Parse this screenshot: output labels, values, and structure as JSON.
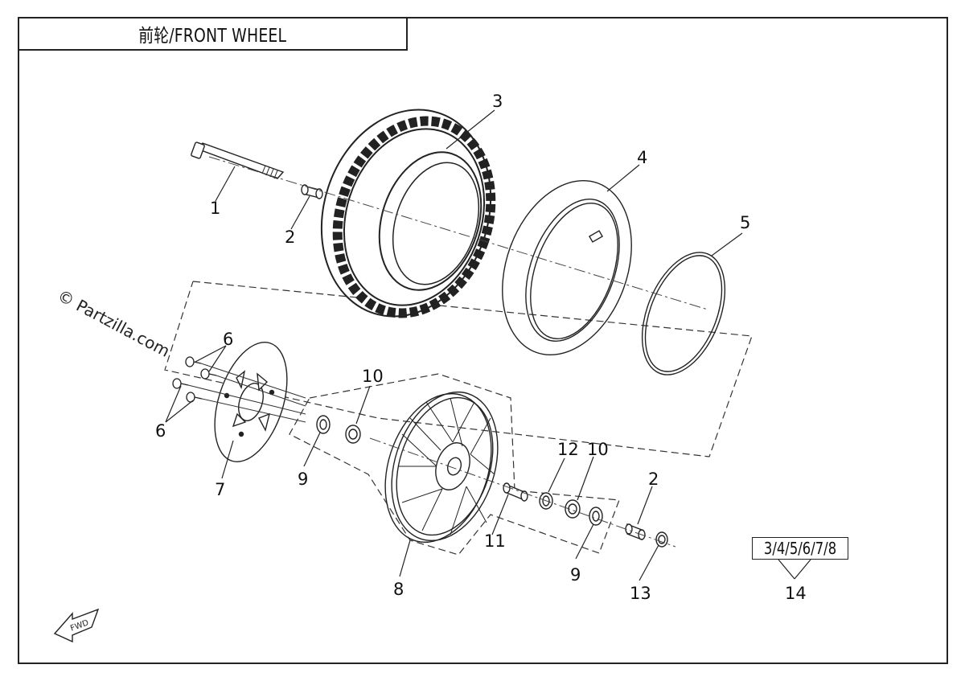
{
  "title": "前轮/FRONT WHEEL",
  "watermark": "© Partzilla.com",
  "kit_label": "3/4/5/6/7/8",
  "callouts": {
    "c1": "1",
    "c2a": "2",
    "c2b": "2",
    "c3": "3",
    "c4": "4",
    "c5": "5",
    "c6a": "6",
    "c6b": "6",
    "c7": "7",
    "c8": "8",
    "c9a": "9",
    "c9b": "9",
    "c10a": "10",
    "c10b": "10",
    "c11": "11",
    "c12": "12",
    "c13": "13",
    "c14": "14"
  },
  "direction_marker": "FWD",
  "icons": [
    "front-direction-arrow-icon"
  ]
}
